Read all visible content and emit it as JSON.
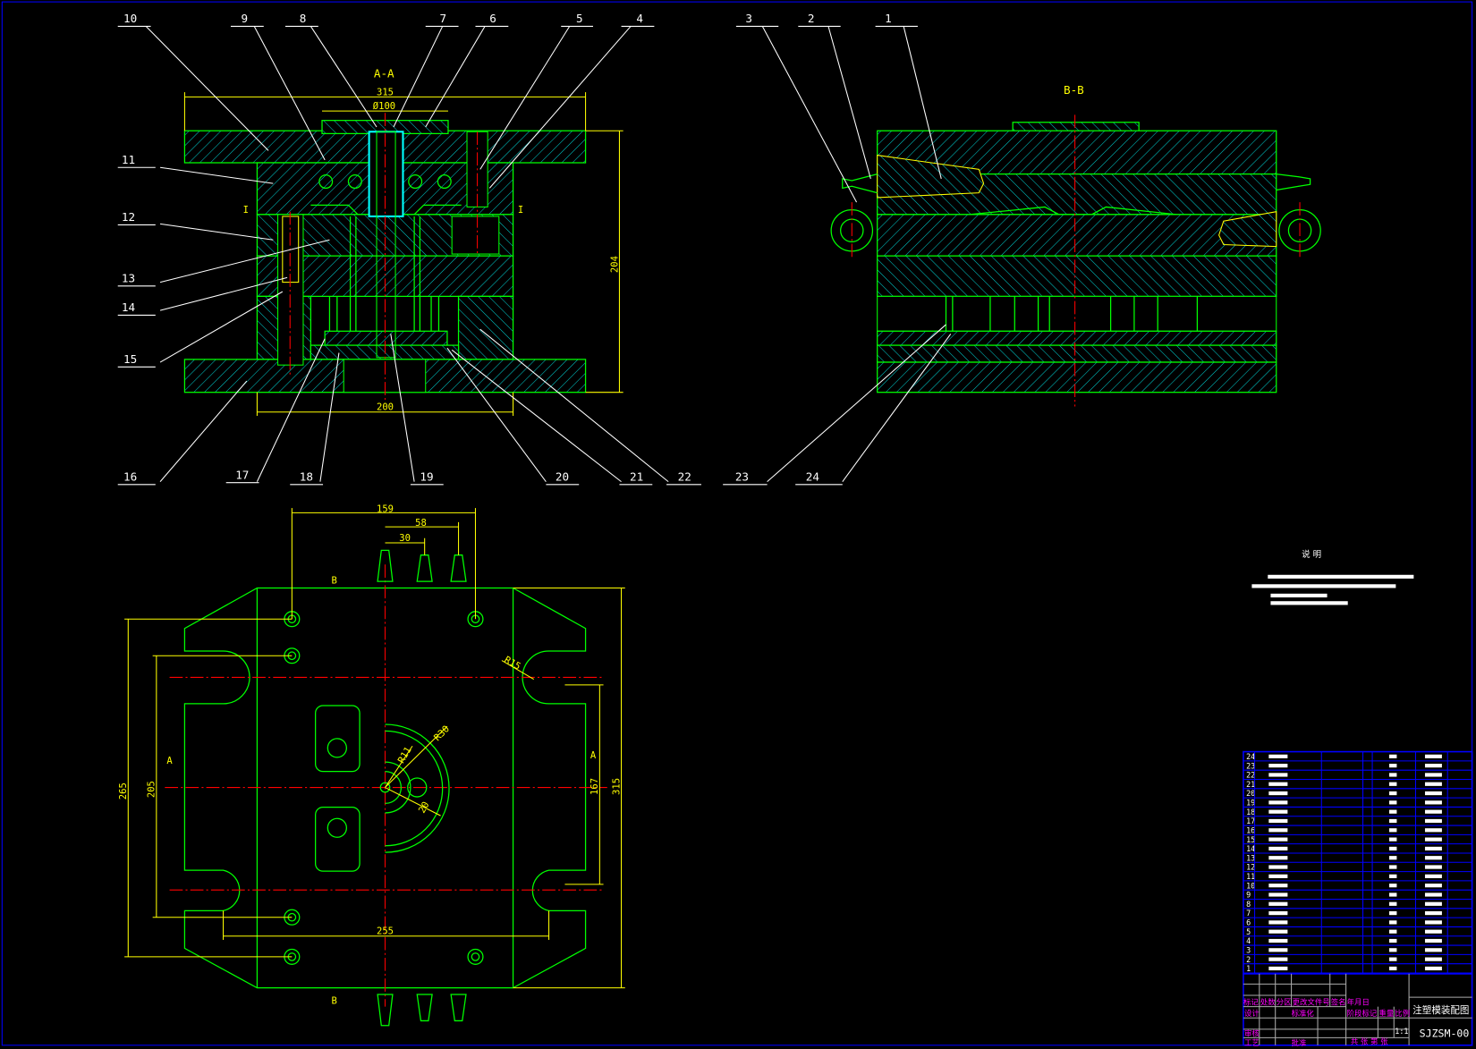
{
  "views": {
    "section_aa": {
      "title": "A-A",
      "section_mark": "I"
    },
    "section_bb": {
      "title": "B-B"
    },
    "plan": {
      "cut_a": "A",
      "cut_b": "B"
    }
  },
  "dimensions": {
    "aa_width": "315",
    "aa_sprue_dia": "Ø100",
    "aa_height": "204",
    "aa_base": "200",
    "plan_159": "159",
    "plan_58": "58",
    "plan_30": "30",
    "plan_265": "265",
    "plan_205": "205",
    "plan_167": "167",
    "plan_315": "315",
    "plan_255": "255",
    "plan_r15": "R15",
    "plan_r30": "R30",
    "plan_r11": "R11",
    "plan_20": "20"
  },
  "part_labels": [
    "1",
    "2",
    "3",
    "4",
    "5",
    "6",
    "7",
    "8",
    "9",
    "10",
    "11",
    "12",
    "13",
    "14",
    "15",
    "16",
    "17",
    "18",
    "19",
    "20",
    "21",
    "22",
    "23",
    "24"
  ],
  "notes": {
    "title": "说 明"
  },
  "parts_table": {
    "rows": [
      "24",
      "23",
      "22",
      "21",
      "20",
      "19",
      "18",
      "17",
      "16",
      "15",
      "14",
      "13",
      "12",
      "11",
      "10",
      "9",
      "8",
      "7",
      "6",
      "5",
      "4",
      "3",
      "2",
      "1"
    ]
  },
  "title_block": {
    "drawing_title": "注塑模装配图",
    "drawing_number": "SJZSM-00",
    "scale": "1:1",
    "headers": [
      "标记",
      "处数",
      "分区",
      "更改文件号",
      "签名",
      "年月日"
    ],
    "roles": [
      "设计",
      "标准化",
      "审核",
      "工艺",
      "批准"
    ],
    "stage_mark": "阶段标记",
    "weight": "重量",
    "scale_label": "比例",
    "sheets": "共 张 第 张"
  },
  "colors": {
    "outline": "#00ff00",
    "hatch": "#00cccc",
    "center": "#ff0000",
    "dimension": "#ffff00",
    "table": "#0000ff"
  }
}
